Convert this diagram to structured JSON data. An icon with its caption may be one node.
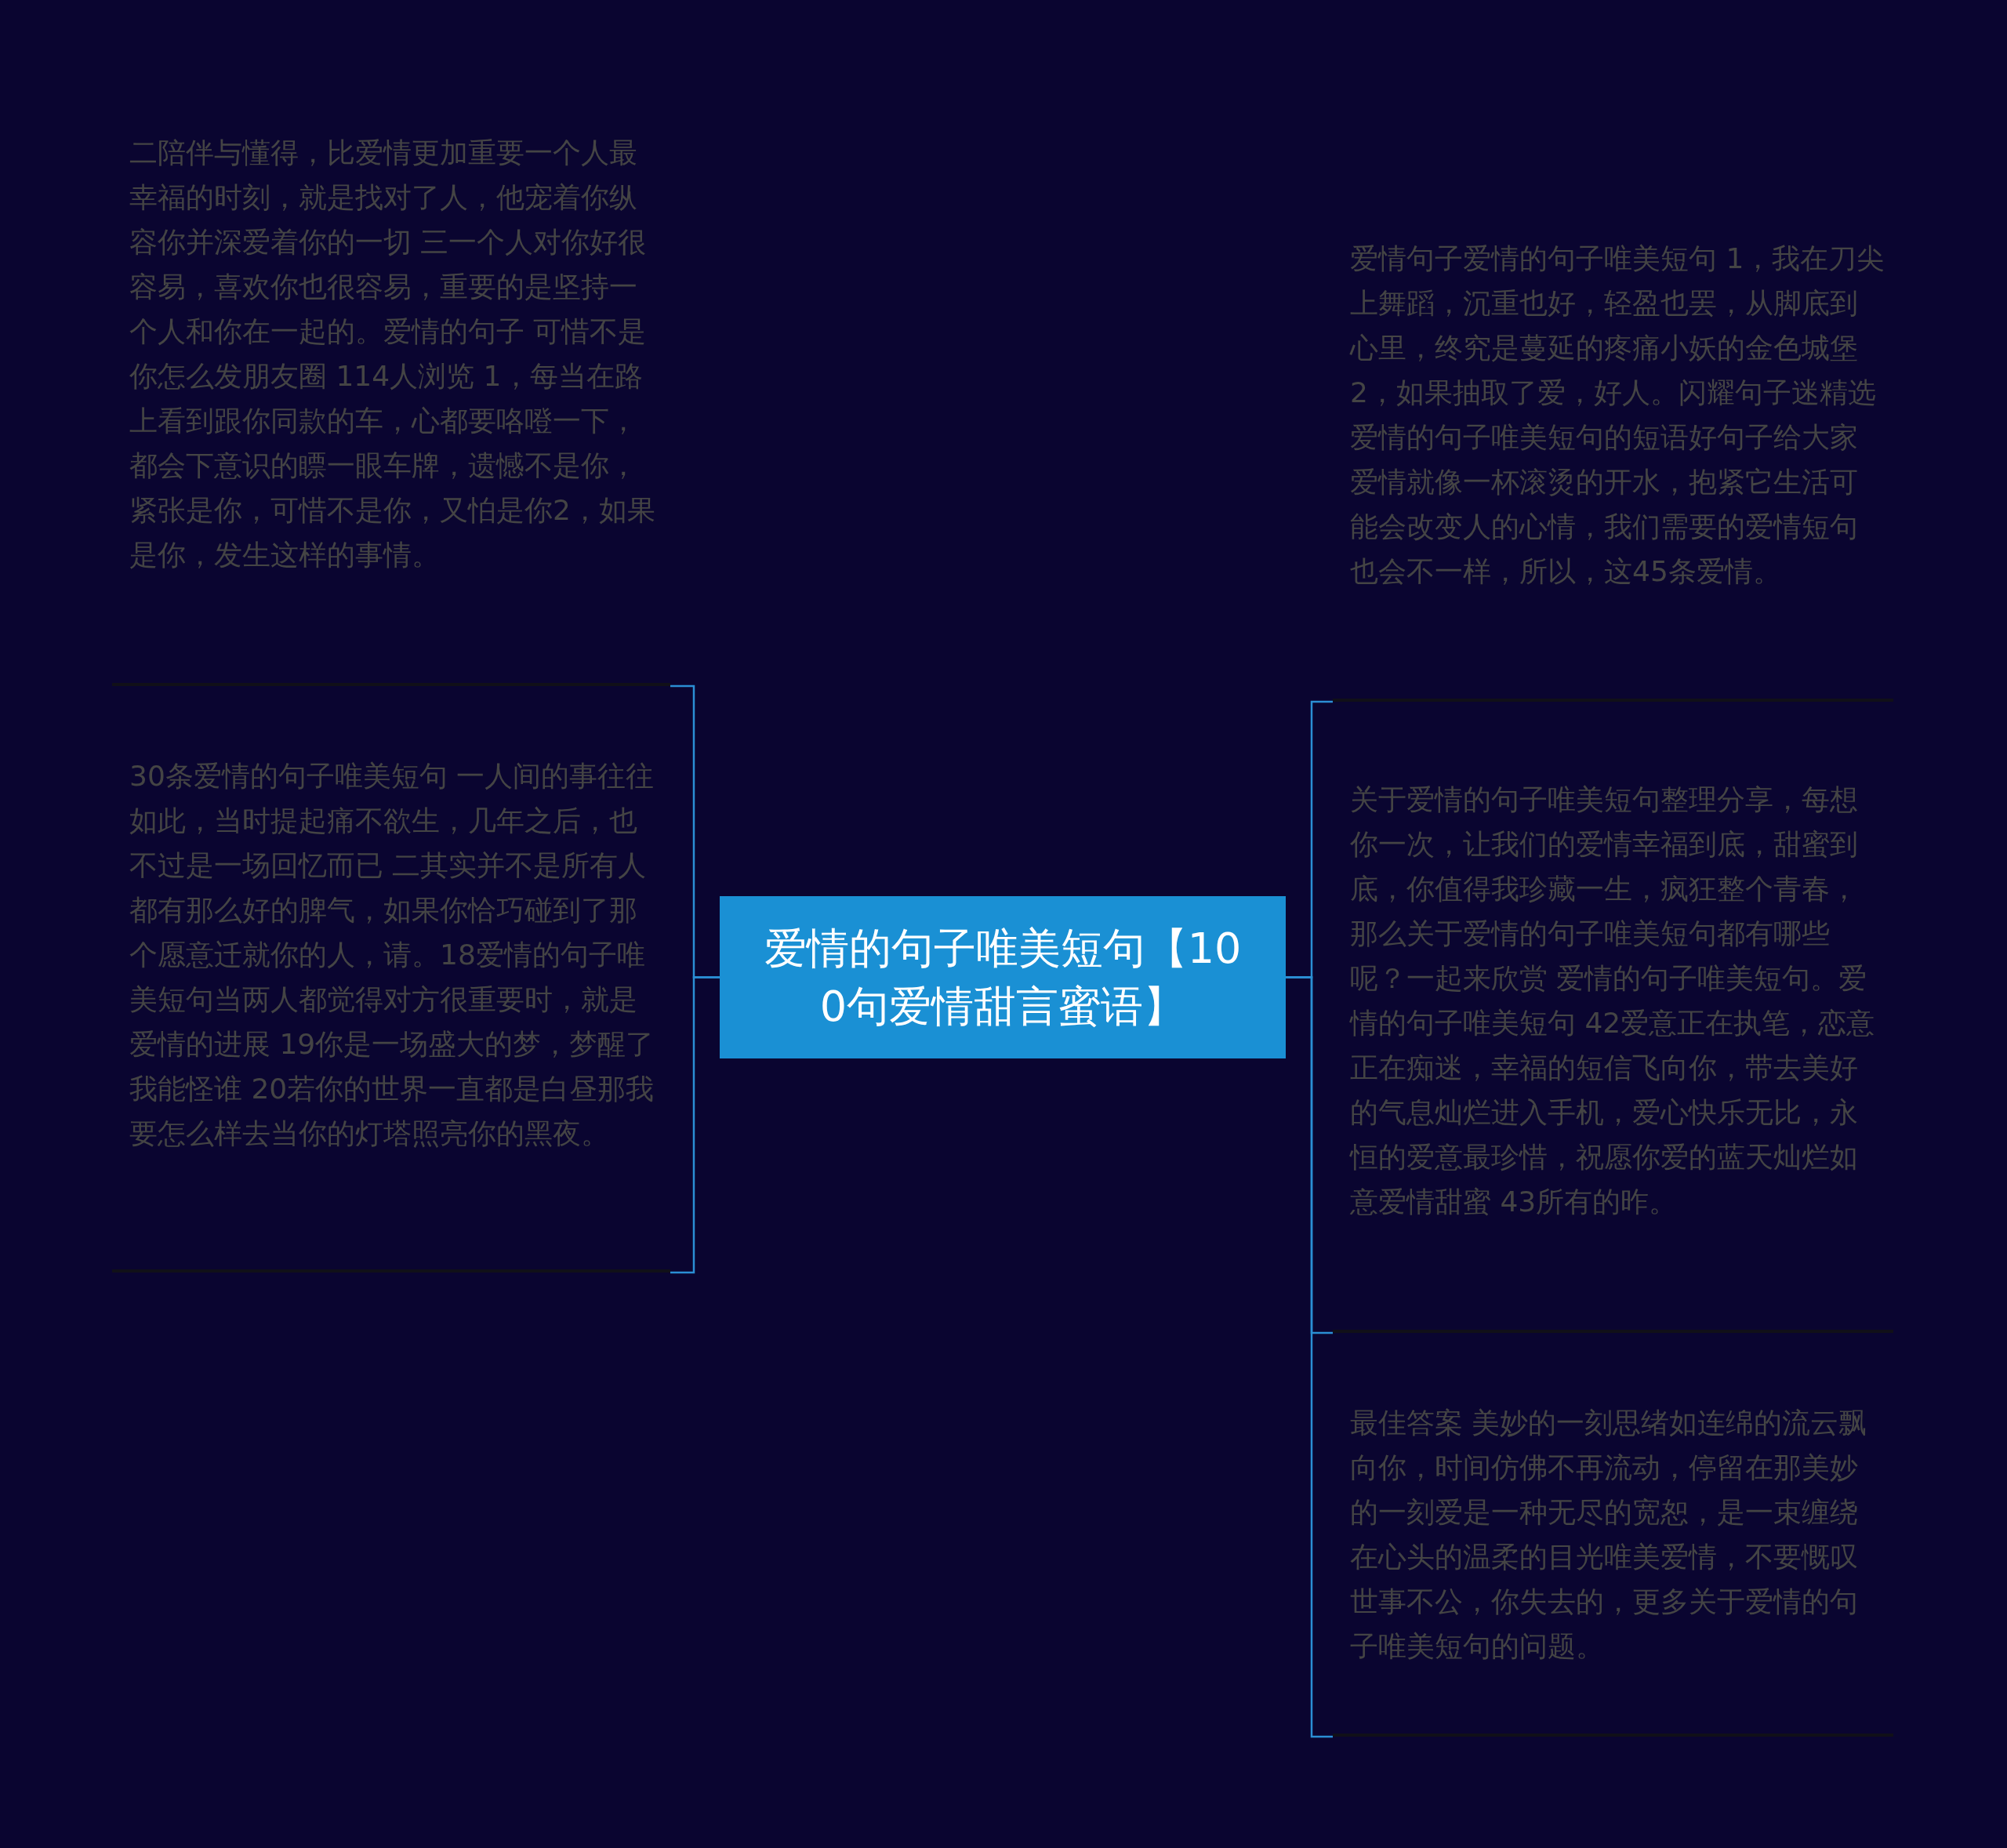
{
  "diagram": {
    "nodes": [
      {
        "text": [
          "爱情的句子唯美短句【100句爱情甜言蜜语】"
        ]
      },
      {
        "text": [
          "二陪伴与懂得，比爱情更加重要一个人最幸福的时刻，就是找对了人，他宠着你纵容你并深爱着你的一切 三一个人对你好很容易，喜欢你也很容易，重要的是坚持一个人和你在一起的。爱情的句子 可惜不是你怎么发朋友圈 114人浏览 1，每当在路上看到跟你同款的车，心都要咯噔一下，都会下意识的瞟一眼车牌，遗憾不是你，紧张是你，可惜不是你，又怕是你2，如果是你，发生这样的事情。"
        ]
      },
      {
        "text": [
          "30条爱情的句子唯美短句 一人间的事往往如此，当时提起痛不欲生，几年之后，也不过是一场回忆而已 二其实并不是所有人都有那么好的脾气，如果你恰巧碰到了那个愿意迁就你的人，请。18爱情的句子唯美短句当两人都觉得对方很重要时，就是爱情的进展 19你是一场盛大的梦，梦醒了我能怪谁 20若你的世界一直都是白昼那我要怎么样去当你的灯塔照亮你的黑夜。"
        ]
      },
      {
        "text": [
          "爱情句子爱情的句子唯美短句 1，我在刀尖上舞蹈，沉重也好，轻盈也罢，从脚底到心里，终究是蔓延的疼痛小妖的金色城堡 2，如果抽取了爱，好人。闪耀句子迷精选爱情的句子唯美短句的短语好句子给大家爱情就像一杯滚烫的开水，抱紧它生活可能会改变人的心情，我们需要的爱情短句也会不一样，所以，这45条爱情。"
        ]
      },
      {
        "text": [
          "关于爱情的句子唯美短句整理分享，每想你一次，让我们的爱情幸福到底，甜蜜到底，你值得我珍藏一生，疯狂整个青春，那么关于爱情的句子唯美短句都有哪些呢？一起来欣赏 爱情的句子唯美短句。爱情的句子唯美短句 42爱意正在执笔，恋意正在痴迷，幸福的短信飞向你，带去美好的气息灿烂进入手机，爱心快乐无比，永恒的爱意最珍惜，祝愿你爱的蓝天灿烂如意爱情甜蜜 43所有的昨。"
        ]
      },
      {
        "text": [
          "最佳答案 美妙的一刻思绪如连绵的流云飘向你，时间仿佛不再流动，停留在那美妙的一刻爱是一种无尽的宽恕，是一束缠绕在心头的温柔的目光唯美爱情，不要慨叹世事不公，你失去的，更多关于爱情的句子唯美短句的问题。"
        ]
      }
    ],
    "edges": [
      {
        "from": 0,
        "to": 1,
        "arrow": "none"
      },
      {
        "from": 0,
        "to": 2,
        "arrow": "none"
      },
      {
        "from": 0,
        "to": 3,
        "arrow": "none"
      },
      {
        "from": 0,
        "to": 4,
        "arrow": "none"
      },
      {
        "from": 0,
        "to": 5,
        "arrow": "none"
      }
    ]
  }
}
